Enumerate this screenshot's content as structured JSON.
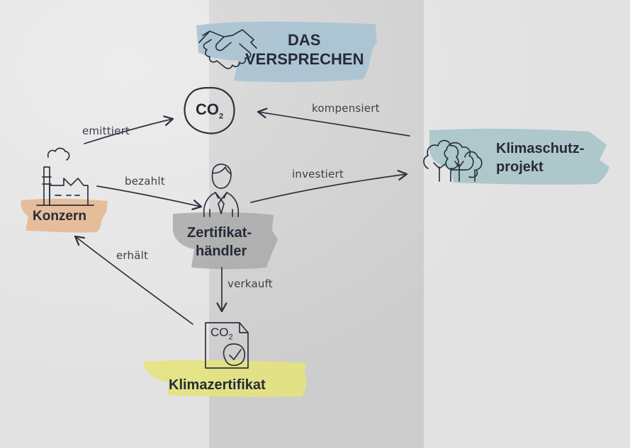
{
  "title": {
    "line1": "DAS",
    "line2": "VERSPRECHEN"
  },
  "nodes": {
    "co2": {
      "text": "CO",
      "sub": "2"
    },
    "konzern": {
      "label": "Konzern"
    },
    "klimaschutz": {
      "line1": "Klimaschutz-",
      "line2": "projekt"
    },
    "haendler": {
      "line1": "Zertifikat-",
      "line2": "händler"
    },
    "zertifikat": {
      "label": "Klimazertifikat",
      "doc_text": "CO",
      "doc_sub": "2"
    }
  },
  "edges": {
    "emittiert": "emittiert",
    "kompensiert": "kompensiert",
    "bezahlt": "bezahlt",
    "investiert": "investiert",
    "erhaelt": "erhält",
    "verkauft": "verkauft"
  },
  "colors": {
    "background": "#e2e2e2",
    "center_band": "#cdcdcd",
    "title_highlight": "#a9c3d3",
    "konzern_highlight": "#e6b892",
    "klimaschutz_highlight": "#a8c4c8",
    "haendler_highlight": "#a9a9a9",
    "zertifikat_highlight": "#e4e37d",
    "ink": "#2e3340"
  },
  "icons": {
    "title": "handshake-icon",
    "co2": "co2-cloud-icon",
    "konzern": "factory-icon",
    "klimaschutz": "forest-icon",
    "haendler": "businessman-icon",
    "zertifikat": "certificate-document-icon"
  }
}
